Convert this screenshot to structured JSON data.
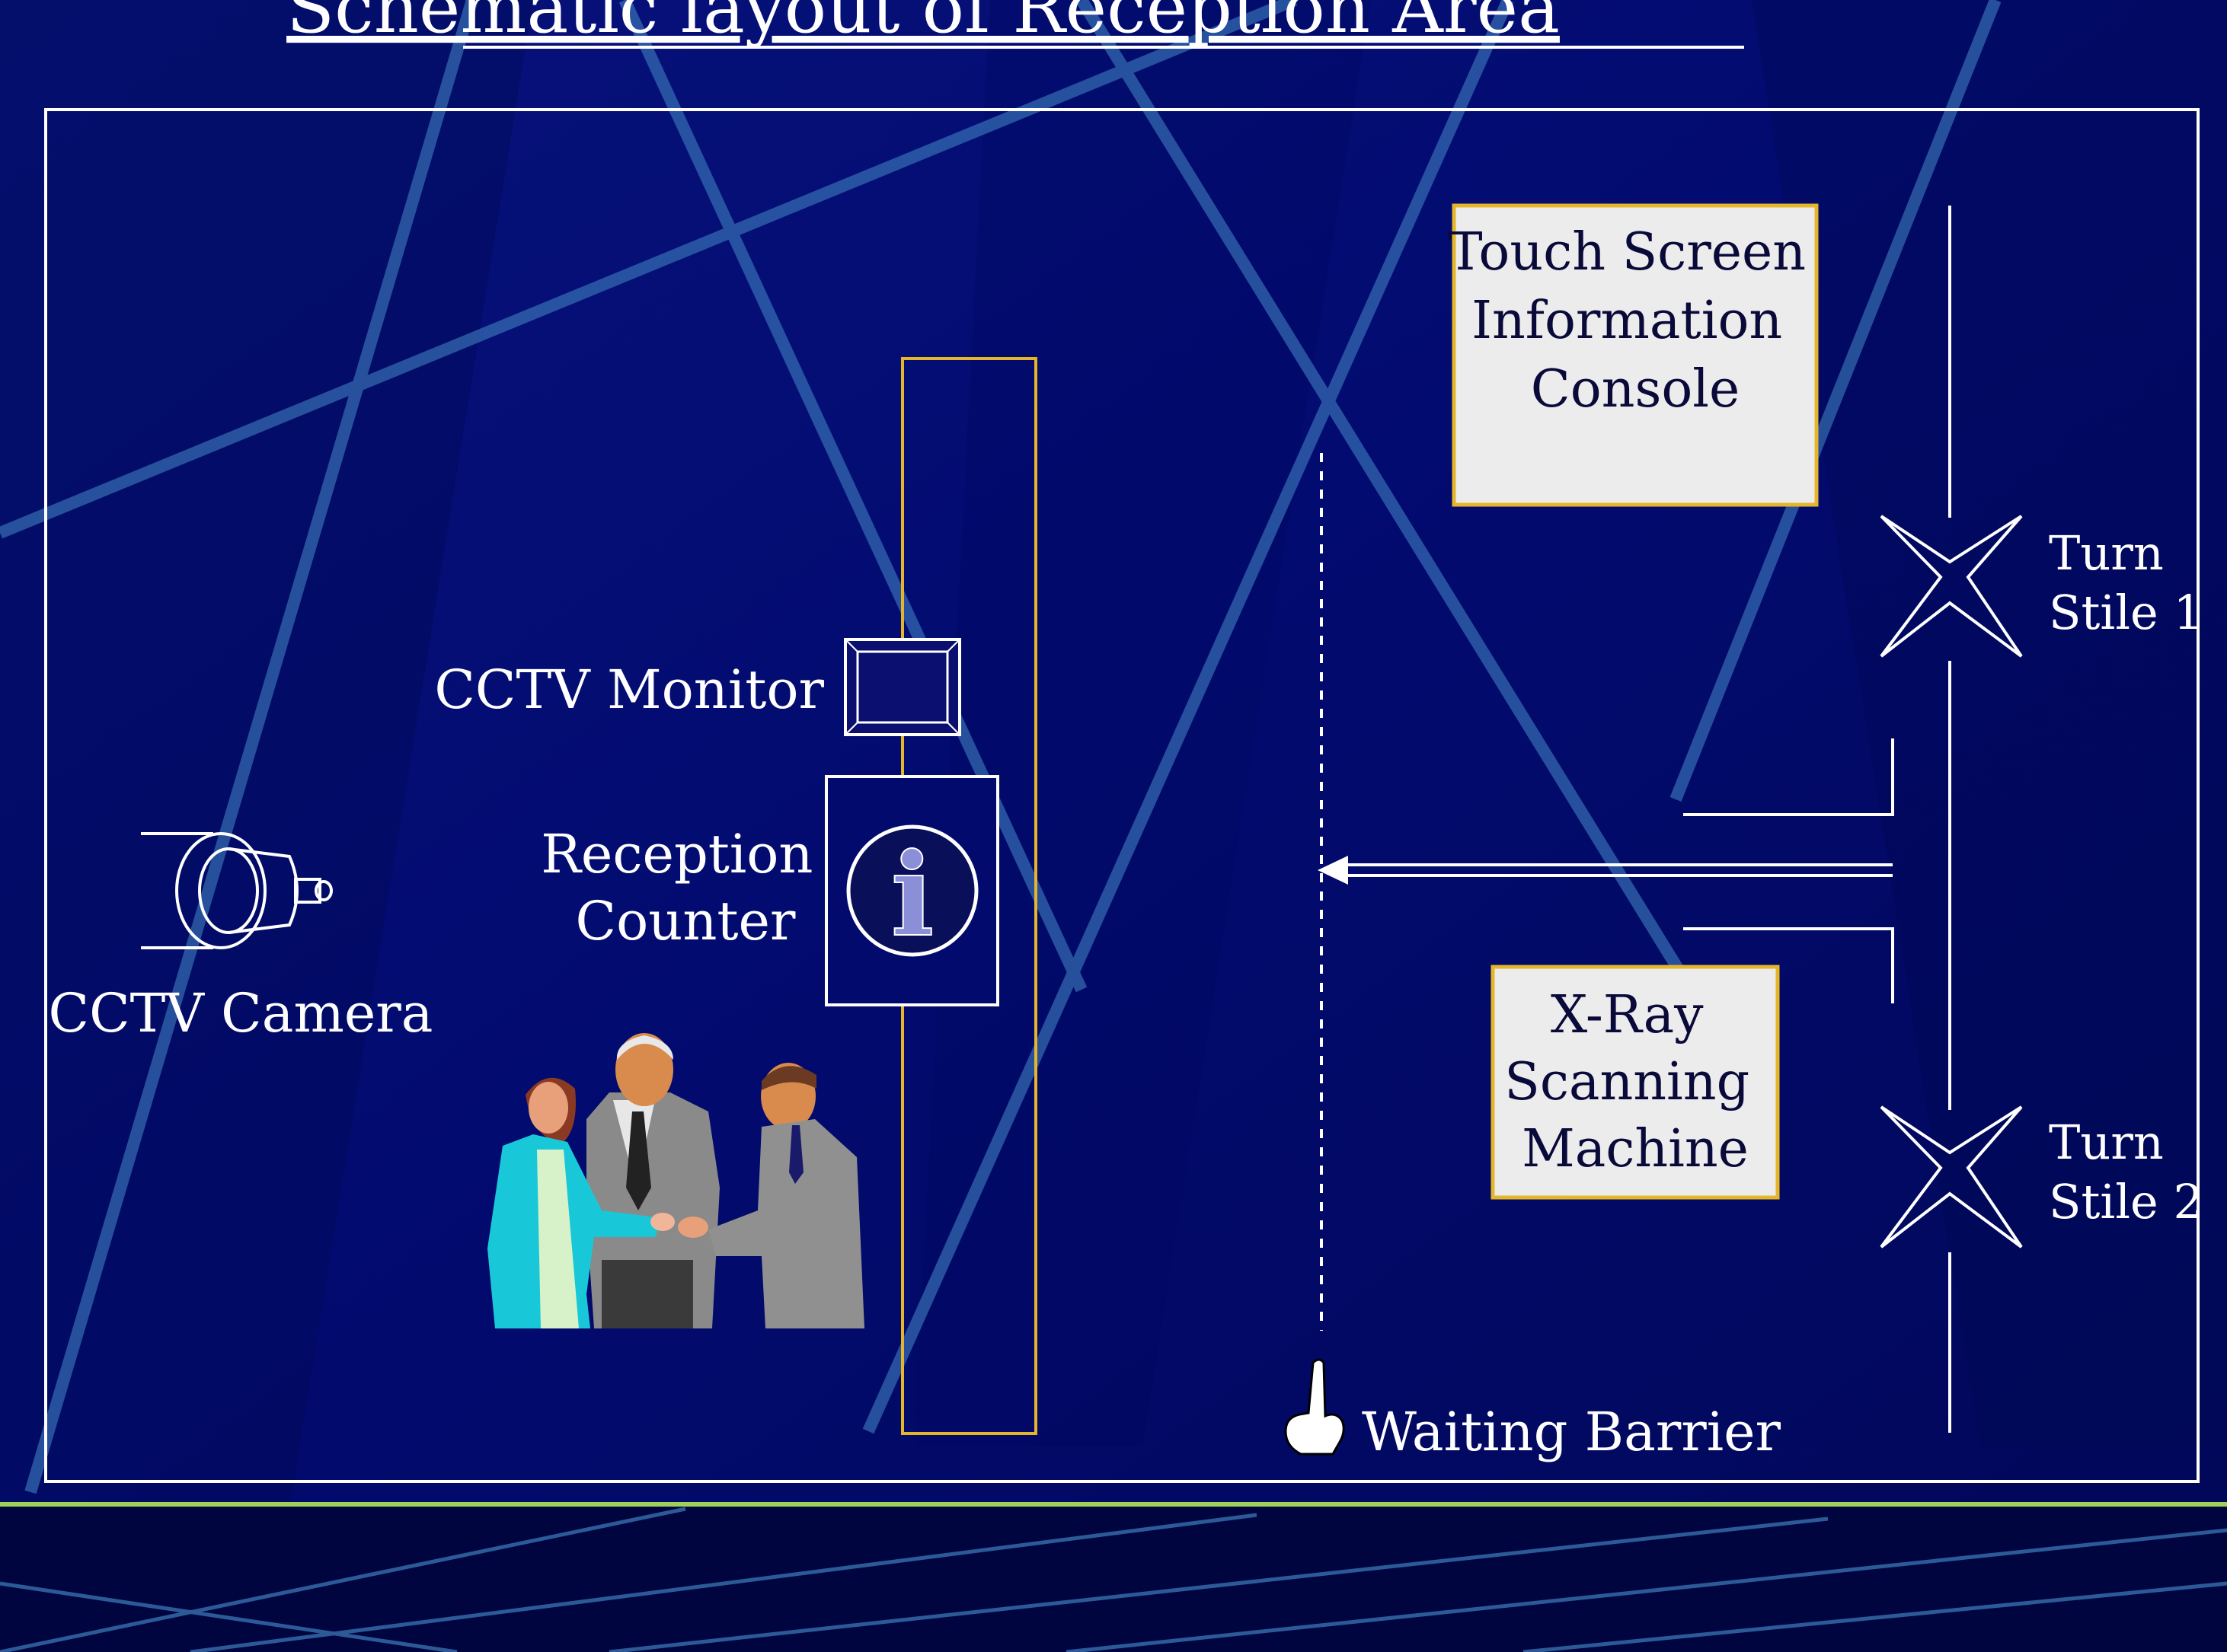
{
  "slide": {
    "title": "Schematic layout of Reception Area"
  },
  "labels": {
    "touch_screen": [
      "Touch Screen",
      "Information",
      "Console"
    ],
    "turnstile_1": [
      "Turn",
      "Stile 1"
    ],
    "turnstile_2": [
      "Turn",
      "Stile 2"
    ],
    "cctv_monitor": "CCTV Monitor",
    "reception_counter": [
      "Reception",
      "Counter"
    ],
    "cctv_camera": "CCTV Camera",
    "xray": [
      "X-Ray",
      "Scanning",
      "Machine"
    ],
    "waiting_barrier": "Waiting Barrier",
    "info_glyph": "i"
  },
  "colors": {
    "background": "#020a6e",
    "background_dark": "#01053f",
    "beam": "#3f7fc0",
    "frame": "#ffffff",
    "counter_outline": "#e5b62a",
    "console_fill": "#ececec",
    "console_border": "#e5b62a",
    "accent_line": "#9fd15a"
  },
  "icons": [
    "cctv-camera-icon",
    "cctv-monitor-icon",
    "info-icon",
    "turnstile-icon",
    "pointing-hand-icon",
    "people-handshake-clipart"
  ]
}
